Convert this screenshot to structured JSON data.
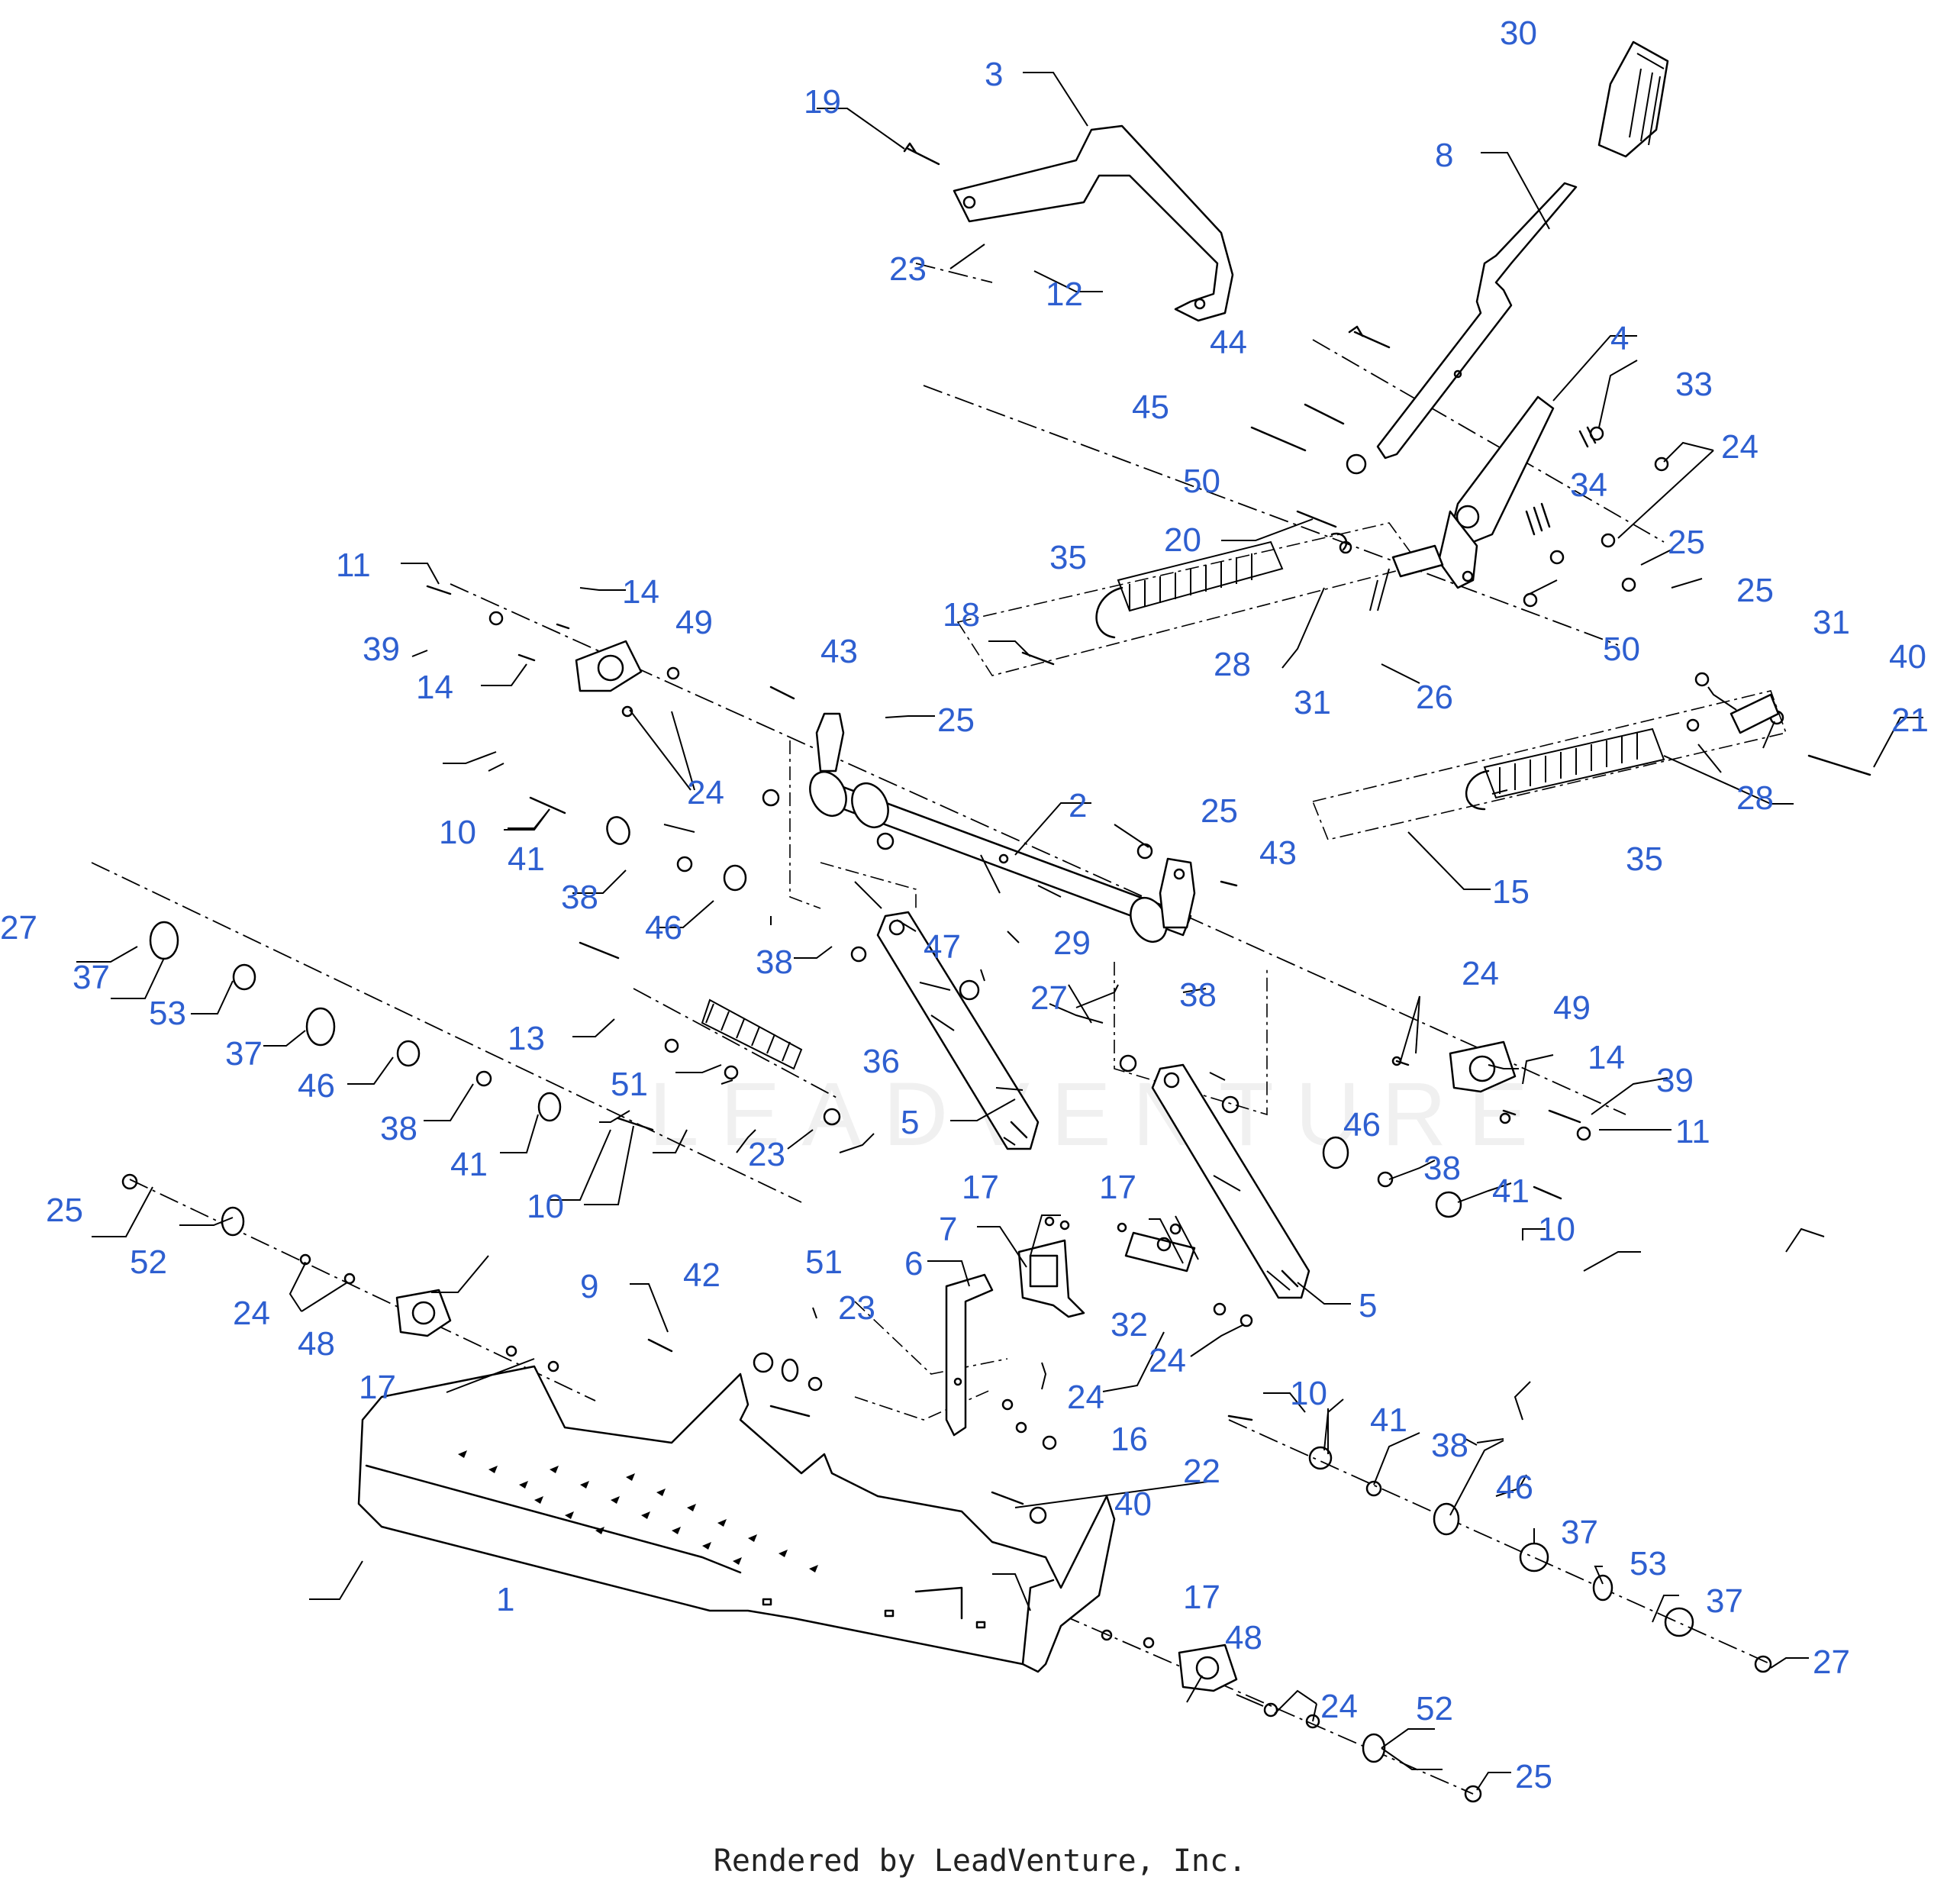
{
  "footer": "Rendered by LeadVenture, Inc.",
  "watermark": "LEADVENTURE",
  "colors": {
    "callout": "#2e5fd0",
    "line": "#000000",
    "background": "#ffffff"
  },
  "callouts": [
    {
      "id": "c1",
      "label": "1"
    },
    {
      "id": "c2",
      "label": "2"
    },
    {
      "id": "c3",
      "label": "3"
    },
    {
      "id": "c4",
      "label": "4"
    },
    {
      "id": "c5a",
      "label": "5"
    },
    {
      "id": "c5b",
      "label": "5"
    },
    {
      "id": "c6",
      "label": "6"
    },
    {
      "id": "c7",
      "label": "7"
    },
    {
      "id": "c8",
      "label": "8"
    },
    {
      "id": "c9",
      "label": "9"
    },
    {
      "id": "c10a",
      "label": "10"
    },
    {
      "id": "c10b",
      "label": "10"
    },
    {
      "id": "c10c",
      "label": "10"
    },
    {
      "id": "c10d",
      "label": "10"
    },
    {
      "id": "c11a",
      "label": "11"
    },
    {
      "id": "c11b",
      "label": "11"
    },
    {
      "id": "c12",
      "label": "12"
    },
    {
      "id": "c13",
      "label": "13"
    },
    {
      "id": "c14a",
      "label": "14"
    },
    {
      "id": "c14b",
      "label": "14"
    },
    {
      "id": "c14c",
      "label": "14"
    },
    {
      "id": "c15",
      "label": "15"
    },
    {
      "id": "c16",
      "label": "16"
    },
    {
      "id": "c17a",
      "label": "17"
    },
    {
      "id": "c17b",
      "label": "17"
    },
    {
      "id": "c17c",
      "label": "17"
    },
    {
      "id": "c17d",
      "label": "17"
    },
    {
      "id": "c18",
      "label": "18"
    },
    {
      "id": "c19",
      "label": "19"
    },
    {
      "id": "c20",
      "label": "20"
    },
    {
      "id": "c21",
      "label": "21"
    },
    {
      "id": "c22",
      "label": "22"
    },
    {
      "id": "c23a",
      "label": "23"
    },
    {
      "id": "c23b",
      "label": "23"
    },
    {
      "id": "c23c",
      "label": "23"
    },
    {
      "id": "c24a",
      "label": "24"
    },
    {
      "id": "c24b",
      "label": "24"
    },
    {
      "id": "c24c",
      "label": "24"
    },
    {
      "id": "c24d",
      "label": "24"
    },
    {
      "id": "c24e",
      "label": "24"
    },
    {
      "id": "c24f",
      "label": "24"
    },
    {
      "id": "c24g",
      "label": "24"
    },
    {
      "id": "c25a",
      "label": "25"
    },
    {
      "id": "c25b",
      "label": "25"
    },
    {
      "id": "c25c",
      "label": "25"
    },
    {
      "id": "c25d",
      "label": "25"
    },
    {
      "id": "c25e",
      "label": "25"
    },
    {
      "id": "c25f",
      "label": "25"
    },
    {
      "id": "c26",
      "label": "26"
    },
    {
      "id": "c27a",
      "label": "27"
    },
    {
      "id": "c27b",
      "label": "27"
    },
    {
      "id": "c27c",
      "label": "27"
    },
    {
      "id": "c28a",
      "label": "28"
    },
    {
      "id": "c28b",
      "label": "28"
    },
    {
      "id": "c29",
      "label": "29"
    },
    {
      "id": "c30",
      "label": "30"
    },
    {
      "id": "c31a",
      "label": "31"
    },
    {
      "id": "c31b",
      "label": "31"
    },
    {
      "id": "c32",
      "label": "32"
    },
    {
      "id": "c33",
      "label": "33"
    },
    {
      "id": "c34",
      "label": "34"
    },
    {
      "id": "c35a",
      "label": "35"
    },
    {
      "id": "c35b",
      "label": "35"
    },
    {
      "id": "c36",
      "label": "36"
    },
    {
      "id": "c37a",
      "label": "37"
    },
    {
      "id": "c37b",
      "label": "37"
    },
    {
      "id": "c37c",
      "label": "37"
    },
    {
      "id": "c37d",
      "label": "37"
    },
    {
      "id": "c38a",
      "label": "38"
    },
    {
      "id": "c38b",
      "label": "38"
    },
    {
      "id": "c38c",
      "label": "38"
    },
    {
      "id": "c38d",
      "label": "38"
    },
    {
      "id": "c38e",
      "label": "38"
    },
    {
      "id": "c38f",
      "label": "38"
    },
    {
      "id": "c39a",
      "label": "39"
    },
    {
      "id": "c39b",
      "label": "39"
    },
    {
      "id": "c40a",
      "label": "40"
    },
    {
      "id": "c40b",
      "label": "40"
    },
    {
      "id": "c41a",
      "label": "41"
    },
    {
      "id": "c41b",
      "label": "41"
    },
    {
      "id": "c41c",
      "label": "41"
    },
    {
      "id": "c41d",
      "label": "41"
    },
    {
      "id": "c42",
      "label": "42"
    },
    {
      "id": "c43a",
      "label": "43"
    },
    {
      "id": "c43b",
      "label": "43"
    },
    {
      "id": "c44",
      "label": "44"
    },
    {
      "id": "c45",
      "label": "45"
    },
    {
      "id": "c46a",
      "label": "46"
    },
    {
      "id": "c46b",
      "label": "46"
    },
    {
      "id": "c46c",
      "label": "46"
    },
    {
      "id": "c46d",
      "label": "46"
    },
    {
      "id": "c47",
      "label": "47"
    },
    {
      "id": "c48a",
      "label": "48"
    },
    {
      "id": "c48b",
      "label": "48"
    },
    {
      "id": "c49a",
      "label": "49"
    },
    {
      "id": "c49b",
      "label": "49"
    },
    {
      "id": "c50a",
      "label": "50"
    },
    {
      "id": "c50b",
      "label": "50"
    },
    {
      "id": "c51a",
      "label": "51"
    },
    {
      "id": "c51b",
      "label": "51"
    },
    {
      "id": "c52a",
      "label": "52"
    },
    {
      "id": "c52b",
      "label": "52"
    },
    {
      "id": "c53a",
      "label": "53"
    },
    {
      "id": "c53b",
      "label": "53"
    }
  ]
}
